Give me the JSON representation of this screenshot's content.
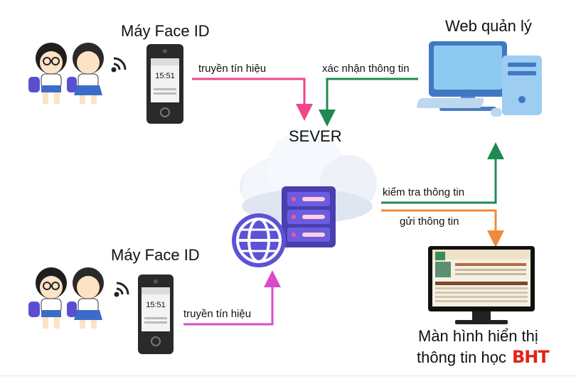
{
  "nodes": {
    "device_top_title": "Máy Face ID",
    "device_bottom_title": "Máy Face ID",
    "server_title": "SEVER",
    "web_title": "Web quản lý",
    "monitor_title_line1": "Màn hình hiển thị",
    "monitor_title_line2": "thông tin học"
  },
  "edges": {
    "top_device_to_server": "truyền tín hiệu",
    "web_to_server": "xác nhận thông tin",
    "bottom_device_to_server": "truyền tín hiệu",
    "server_to_web": "kiểm tra thông tin",
    "server_to_monitor": "gửi thông tin"
  },
  "device_screen": {
    "time_top": "15:51",
    "time_bottom": "15:51"
  },
  "logo_text": "BHT",
  "colors": {
    "pink_arrow": "#f0458b",
    "magenta_arrow": "#d94bcc",
    "green_arrow": "#1f8a52",
    "orange_arrow": "#f08a3c"
  }
}
